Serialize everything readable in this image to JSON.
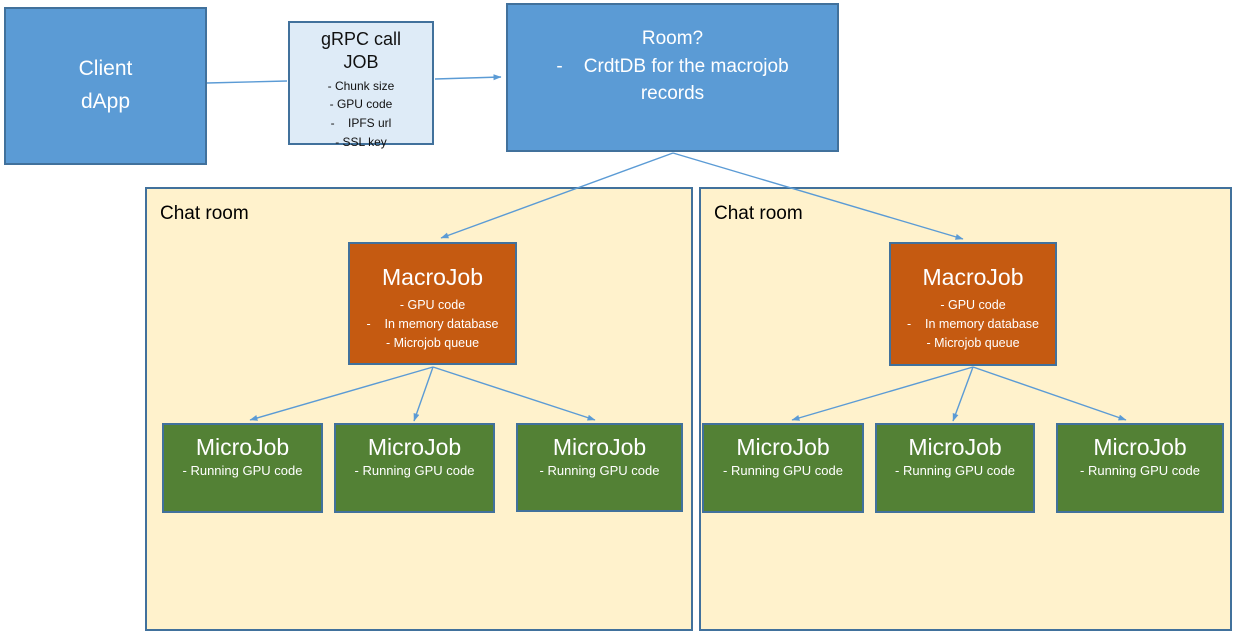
{
  "diagram": {
    "client": {
      "title": "Client\ndApp"
    },
    "grpc": {
      "title": "gRPC call\nJOB",
      "bullets": [
        "- Chunk size",
        "- GPU code",
        "-    IPFS url",
        "- SSL key"
      ]
    },
    "room": {
      "title": "Room?",
      "body": "-    CrdtDB for the macrojob\nrecords"
    },
    "rooms": [
      {
        "label": "Chat room",
        "macrojob": {
          "title": "MacroJob",
          "bullets": [
            "- GPU code",
            "-    In memory database",
            "- Microjob queue"
          ]
        },
        "microjobs": [
          {
            "title": "MicroJob",
            "bullet": "- Running GPU code"
          },
          {
            "title": "MicroJob",
            "bullet": "- Running GPU code"
          },
          {
            "title": "MicroJob",
            "bullet": "- Running GPU code"
          }
        ]
      },
      {
        "label": "Chat room",
        "macrojob": {
          "title": "MacroJob",
          "bullets": [
            "- GPU code",
            "-    In memory database",
            "- Microjob queue"
          ]
        },
        "microjobs": [
          {
            "title": "MicroJob",
            "bullet": "- Running GPU code"
          },
          {
            "title": "MicroJob",
            "bullet": "- Running GPU code"
          },
          {
            "title": "MicroJob",
            "bullet": "- Running GPU code"
          }
        ]
      }
    ],
    "edges": [
      {
        "from": "client-dapp",
        "to": "room-crdtdb"
      },
      {
        "from": "room-crdtdb",
        "to": "macrojob-left"
      },
      {
        "from": "room-crdtdb",
        "to": "macrojob-right"
      },
      {
        "from": "macrojob-left",
        "to": "microjob-left-1"
      },
      {
        "from": "macrojob-left",
        "to": "microjob-left-2"
      },
      {
        "from": "macrojob-left",
        "to": "microjob-left-3"
      },
      {
        "from": "macrojob-right",
        "to": "microjob-right-1"
      },
      {
        "from": "macrojob-right",
        "to": "microjob-right-2"
      },
      {
        "from": "macrojob-right",
        "to": "microjob-right-3"
      }
    ],
    "colors": {
      "blue_fill": "#5B9BD5",
      "blue_border": "#41719C",
      "light_blue_fill": "#DEEBF7",
      "orange_fill": "#C55A11",
      "green_fill": "#538135",
      "cream_fill": "#FFF2CC",
      "arrow": "#5B9BD5"
    }
  }
}
